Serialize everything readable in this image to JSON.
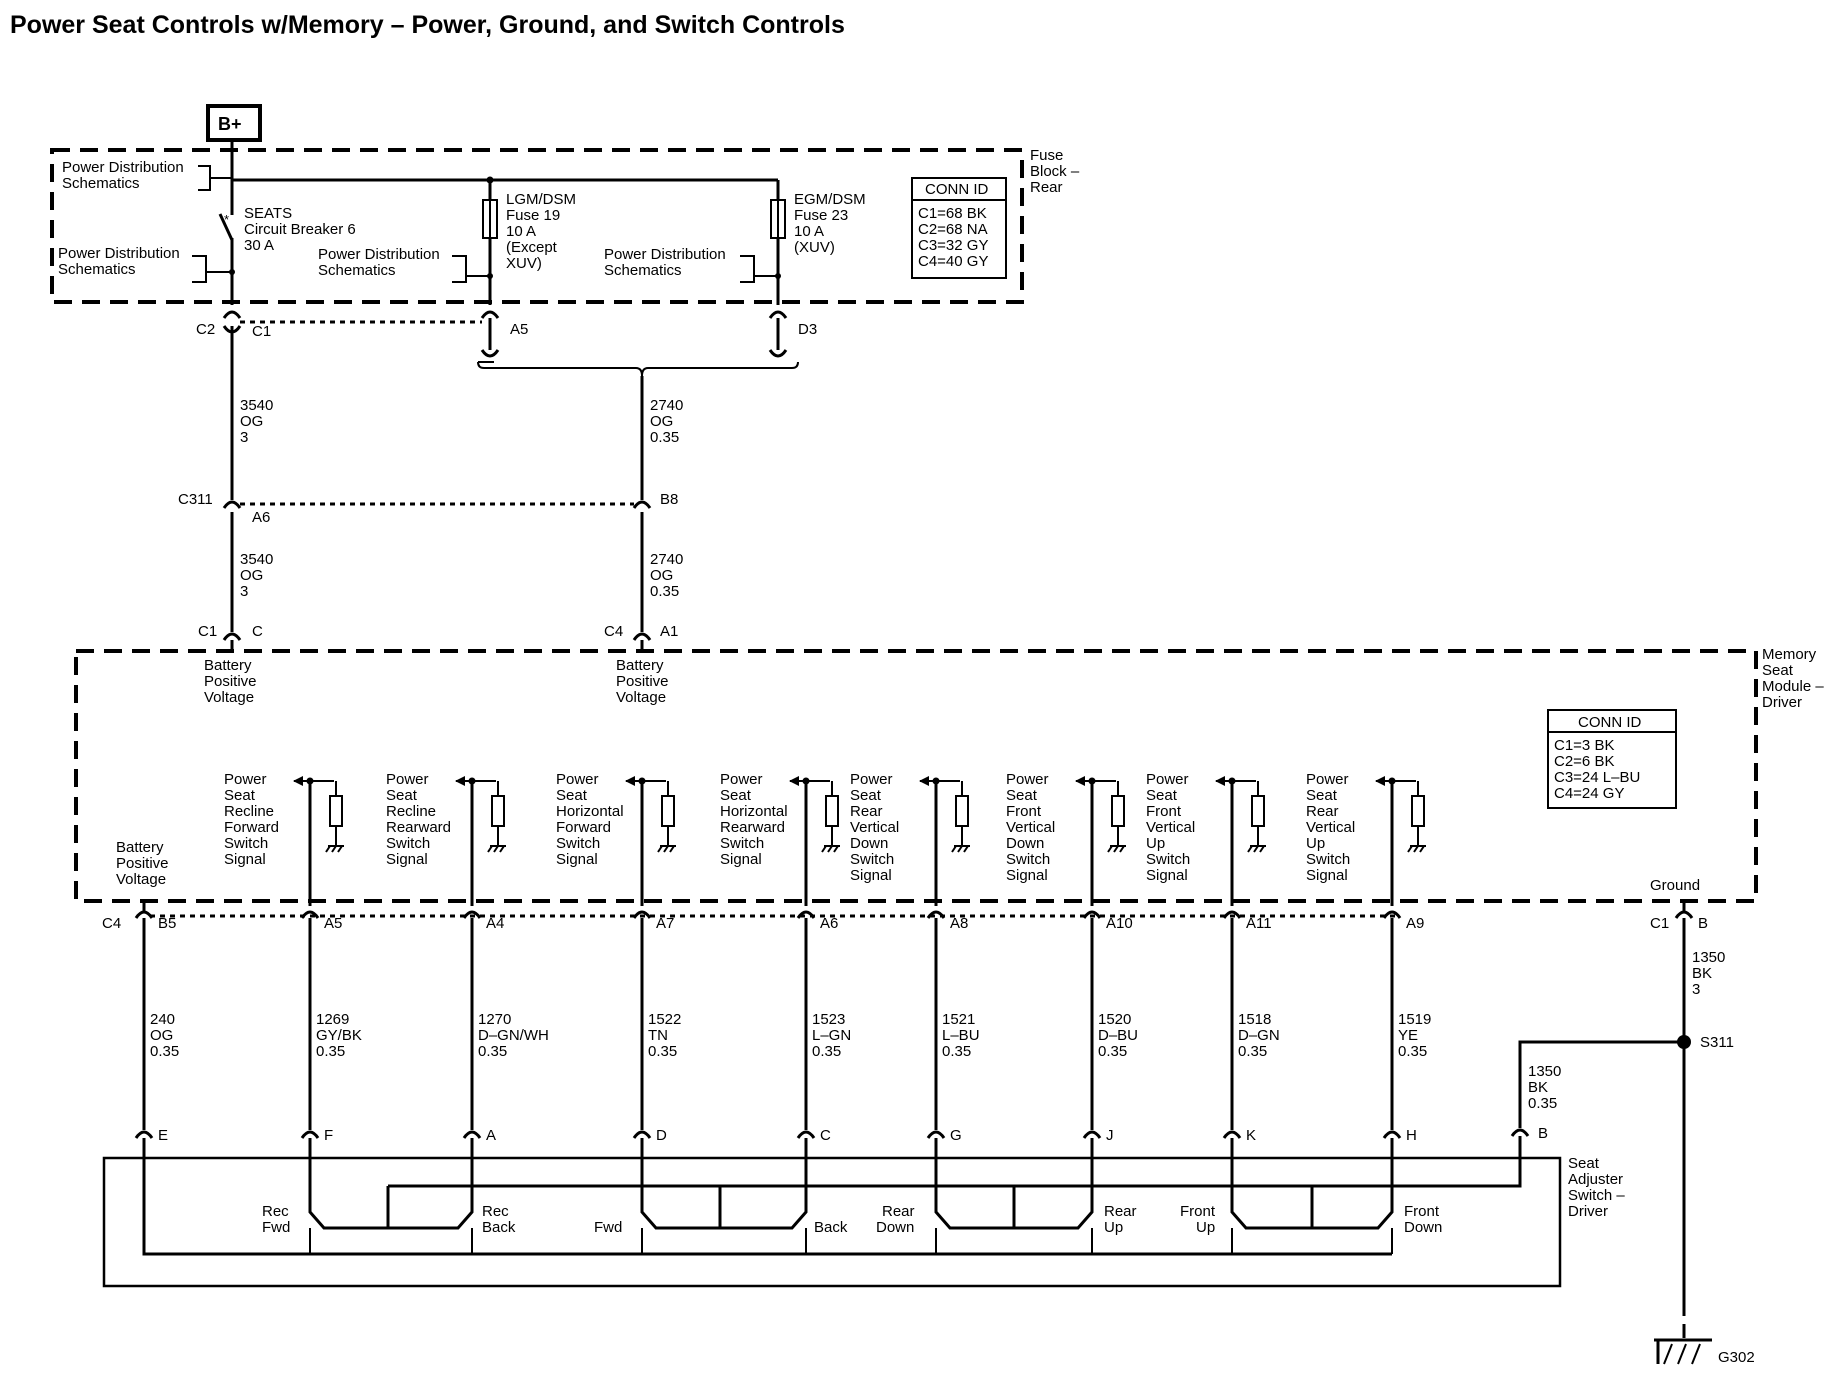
{
  "title": "Power Seat Controls w/Memory – Power, Ground, and Switch Controls",
  "bplus": "B+",
  "fuse_block": {
    "name_lines": [
      "Fuse",
      "Block –",
      "Rear"
    ],
    "pd_left_top": [
      "Power Distribution",
      "Schematics"
    ],
    "pd_left_bottom": [
      "Power Distribution",
      "Schematics"
    ],
    "pd_mid": [
      "Power Distribution",
      "Schematics"
    ],
    "pd_right": [
      "Power Distribution",
      "Schematics"
    ],
    "breaker_lines": [
      "SEATS",
      "Circuit Breaker 6",
      "30 A"
    ],
    "fuse19_lines": [
      "LGM/DSM",
      "Fuse 19",
      "10 A",
      "(Except",
      "XUV)"
    ],
    "fuse23_lines": [
      "EGM/DSM",
      "Fuse 23",
      "10 A",
      "(XUV)"
    ],
    "conn_title": "CONN ID",
    "conn_rows": [
      "C1=68 BK",
      "C2=68 NA",
      "C3=32 GY",
      "C4=40 GY"
    ],
    "connectors": {
      "c2": "C2",
      "c1": "C1",
      "a5": "A5",
      "d3": "D3"
    }
  },
  "circuits_top": {
    "left": [
      "3540",
      "OG",
      "3"
    ],
    "right": [
      "2740",
      "OG",
      "0.35"
    ],
    "inline": {
      "name": "C311",
      "left_pin": "A6",
      "right_pin": "B8"
    },
    "left_lower": [
      "3540",
      "OG",
      "3"
    ],
    "right_lower": [
      "2740",
      "OG",
      "0.35"
    ]
  },
  "module": {
    "name_lines": [
      "Memory",
      "Seat",
      "Module –",
      "Driver"
    ],
    "conn_title": "CONN ID",
    "conn_rows": [
      "C1=3 BK",
      "C2=6 BK",
      "C3=24 L–BU",
      "C4=24 GY"
    ],
    "inputs": [
      {
        "conn": "C1",
        "pin": "C",
        "label": [
          "Battery",
          "Positive",
          "Voltage"
        ]
      },
      {
        "conn": "C4",
        "pin": "A1",
        "label": [
          "Battery",
          "Positive",
          "Voltage"
        ]
      }
    ],
    "bottom_batt_label": [
      "Battery",
      "Positive",
      "Voltage"
    ],
    "ground_label": "Ground",
    "signals": [
      [
        "Power",
        "Seat",
        "Recline",
        "Forward",
        "Switch",
        "Signal"
      ],
      [
        "Power",
        "Seat",
        "Recline",
        "Rearward",
        "Switch",
        "Signal"
      ],
      [
        "Power",
        "Seat",
        "Horizontal",
        "Forward",
        "Switch",
        "Signal"
      ],
      [
        "Power",
        "Seat",
        "Horizontal",
        "Rearward",
        "Switch",
        "Signal"
      ],
      [
        "Power",
        "Seat",
        "Rear",
        "Vertical",
        "Down",
        "Switch",
        "Signal"
      ],
      [
        "Power",
        "Seat",
        "Front",
        "Vertical",
        "Down",
        "Switch",
        "Signal"
      ],
      [
        "Power",
        "Seat",
        "Front",
        "Vertical",
        "Up",
        "Switch",
        "Signal"
      ],
      [
        "Power",
        "Seat",
        "Rear",
        "Vertical",
        "Up",
        "Switch",
        "Signal"
      ]
    ]
  },
  "bottom_connector": "C4",
  "wires": [
    {
      "pin": "B5",
      "circuit": [
        "240",
        "OG",
        "0.35"
      ],
      "switch_pin": "E"
    },
    {
      "pin": "A5",
      "circuit": [
        "1269",
        "GY/BK",
        "0.35"
      ],
      "switch_pin": "F"
    },
    {
      "pin": "A4",
      "circuit": [
        "1270",
        "D–GN/WH",
        "0.35"
      ],
      "switch_pin": "A"
    },
    {
      "pin": "A7",
      "circuit": [
        "1522",
        "TN",
        "0.35"
      ],
      "switch_pin": "D"
    },
    {
      "pin": "A6",
      "circuit": [
        "1523",
        "L–GN",
        "0.35"
      ],
      "switch_pin": "C"
    },
    {
      "pin": "A8",
      "circuit": [
        "1521",
        "L–BU",
        "0.35"
      ],
      "switch_pin": "G"
    },
    {
      "pin": "A10",
      "circuit": [
        "1520",
        "D–BU",
        "0.35"
      ],
      "switch_pin": "J"
    },
    {
      "pin": "A11",
      "circuit": [
        "1518",
        "D–GN",
        "0.35"
      ],
      "switch_pin": "K"
    },
    {
      "pin": "A9",
      "circuit": [
        "1519",
        "YE",
        "0.35"
      ],
      "switch_pin": "H"
    }
  ],
  "ground": {
    "conn": "C1",
    "pin": "B",
    "circuit": [
      "1350",
      "BK",
      "3"
    ],
    "splice": "S311",
    "branch_circuit": [
      "1350",
      "BK",
      "0.35"
    ],
    "switch_pin": "B",
    "ground_id": "G302"
  },
  "switch": {
    "name_lines": [
      "Seat",
      "Adjuster",
      "Switch –",
      "Driver"
    ],
    "labels": {
      "rec_fwd": [
        "Rec",
        "Fwd"
      ],
      "rec_back": [
        "Rec",
        "Back"
      ],
      "fwd": "Fwd",
      "back": "Back",
      "rear_down": [
        "Rear",
        "Down"
      ],
      "rear_up": [
        "Rear",
        "Up"
      ],
      "front_up": [
        "Front",
        "Up"
      ],
      "front_down": [
        "Front",
        "Down"
      ]
    }
  }
}
